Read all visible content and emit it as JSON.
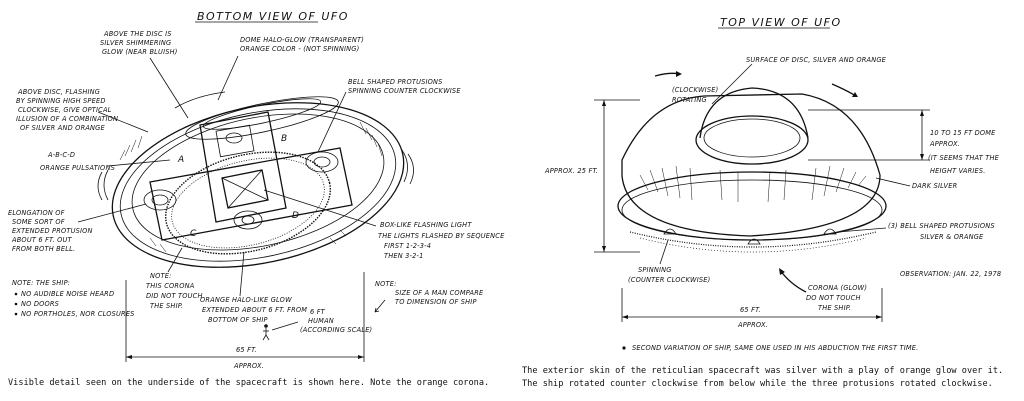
{
  "left": {
    "title": "BOTTOM VIEW OF UFO",
    "labels": {
      "silver_1": "ABOVE THE DISC IS",
      "silver_2": "SILVER SHIMMERING",
      "silver_3": "GLOW (NEAR BLUISH)",
      "dome_1": "DOME HALO-GLOW (TRANSPARENT)",
      "dome_2": "ORANGE COLOR - (NOT SPINNING)",
      "above_1": "ABOVE DISC, FLASHING",
      "above_2": "BY SPINNING HIGH SPEED",
      "above_3": "CLOCKWISE, GIVE OPTICAL",
      "above_4": "ILLUSION OF A COMBINATION",
      "above_5": "OF SILVER AND ORANGE",
      "abcd_1": "A-B-C-D",
      "abcd_2": "ORANGE PULSATIONS",
      "bell_1": "BELL SHAPED PROTUSIONS",
      "bell_2": "SPINNING COUNTER CLOCKWISE",
      "elong_1": "ELONGATION OF",
      "elong_2": "SOME SORT OF",
      "elong_3": "EXTENDED PROTUSION",
      "elong_4": "ABOUT 6 FT. OUT",
      "elong_5": "FROM BOTH BELL.",
      "box_1": "BOX-LIKE FLASHING LIGHT",
      "box_2": "THE LIGHTS FLASHED BY SEQUENCE",
      "box_3": "FIRST 1-2-3-4",
      "box_4": "THEN 3-2-1",
      "note_head": "NOTE: THE SHIP:",
      "note_1": "NO AUDIBLE NOISE HEARD",
      "note_2": "NO DOORS",
      "note_3": "NO PORTHOLES, NOR CLOSURES",
      "corona_1": "NOTE:",
      "corona_2": "THIS CORONA",
      "corona_3": "DID NOT TOUCH",
      "corona_4": "THE SHIP.",
      "glow_1": "ORANGE HALO-LIKE GLOW",
      "glow_2": "EXTENDED ABOUT 6 FT. FROM",
      "glow_3": "BOTTOM OF SHIP",
      "human_1": "6 FT",
      "human_2": "HUMAN",
      "human_3": "(ACCORDING SCALE)",
      "size_1": "NOTE:",
      "size_2": "SIZE OF A MAN COMPARE",
      "size_3": "TO DIMENSION OF SHIP",
      "dim_1": "65 FT.",
      "dim_2": "APPROX.",
      "letter_a": "A",
      "letter_b": "B",
      "letter_c": "C",
      "letter_d": "D"
    },
    "caption": "Visible detail seen on the underside of the spacecraft is shown here. Note the orange corona."
  },
  "right": {
    "title": "TOP VIEW OF UFO",
    "labels": {
      "surface": "SURFACE OF DISC, SILVER AND ORANGE",
      "rot_1": "(CLOCKWISE)",
      "rot_2": "ROTATING",
      "height_label": "APPROX. 25 FT.",
      "dome_1": "10 TO 15 FT DOME",
      "dome_2": "APPROX.",
      "dome_3": "(IT SEEMS THAT THE",
      "dome_4": "HEIGHT VARIES.",
      "dark": "DARK SILVER",
      "bell_1": "(3) BELL SHAPED PROTUSIONS",
      "bell_2": "SILVER & ORANGE",
      "spin_1": "SPINNING",
      "spin_2": "(COUNTER CLOCKWISE)",
      "corona_1": "CORONA (GLOW)",
      "corona_2": "DO NOT TOUCH",
      "corona_3": "THE SHIP.",
      "obs": "OBSERVATION: JAN. 22, 1978",
      "dim_1": "65 FT.",
      "dim_2": "APPROX.",
      "second": "SECOND VARIATION OF SHIP, SAME ONE USED IN HIS ABDUCTION THE FIRST TIME."
    },
    "caption_1": "The exterior skin of the reticulian spacecraft was silver with a play of orange glow over it.",
    "caption_2": "The ship rotated counter clockwise from below while the three protusions rotated clockwise."
  },
  "colors": {
    "ink": "#111111",
    "paper": "#ffffff"
  }
}
